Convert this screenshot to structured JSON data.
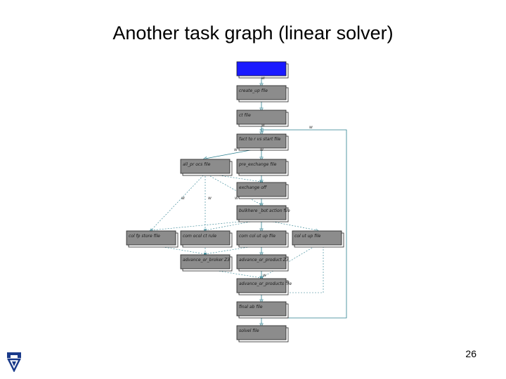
{
  "slide": {
    "title": "Another task graph (linear solver)",
    "page_number": "26"
  },
  "graph": {
    "nodes": [
      {
        "id": "n0",
        "label": "",
        "highlight": true
      },
      {
        "id": "n1",
        "label": "create_up file"
      },
      {
        "id": "n2",
        "label": "ct  file"
      },
      {
        "id": "n3",
        "label": "fact  to  r  vs  start  file"
      },
      {
        "id": "n4",
        "label": "all_pr  ocs  file"
      },
      {
        "id": "n5",
        "label": "pre_exchange  file"
      },
      {
        "id": "n6",
        "label": "exchange  off"
      },
      {
        "id": "n7",
        "label": "bulkhere  _bot  action  file"
      },
      {
        "id": "n8",
        "label": "col  fp  store  file"
      },
      {
        "id": "n9",
        "label": "com  ocol  ct  rule"
      },
      {
        "id": "n10",
        "label": "com  col  ut  up  file"
      },
      {
        "id": "n11",
        "label": "col  ut  up  file"
      },
      {
        "id": "n12",
        "label": "advance_or_broker  Z3"
      },
      {
        "id": "n13",
        "label": "advance_or_product  Z3"
      },
      {
        "id": "n14",
        "label": "advance_or_products  file"
      },
      {
        "id": "n15",
        "label": "final  ab  file"
      },
      {
        "id": "n16",
        "label": "solvel  file"
      }
    ],
    "edge_labels": [
      "w",
      "w",
      "w",
      "w",
      "w",
      "w",
      "w",
      "w",
      "w"
    ],
    "colors": {
      "highlight": "#1a1aff",
      "node": "#8c8c8c",
      "edge": "#2a7f8f"
    }
  }
}
